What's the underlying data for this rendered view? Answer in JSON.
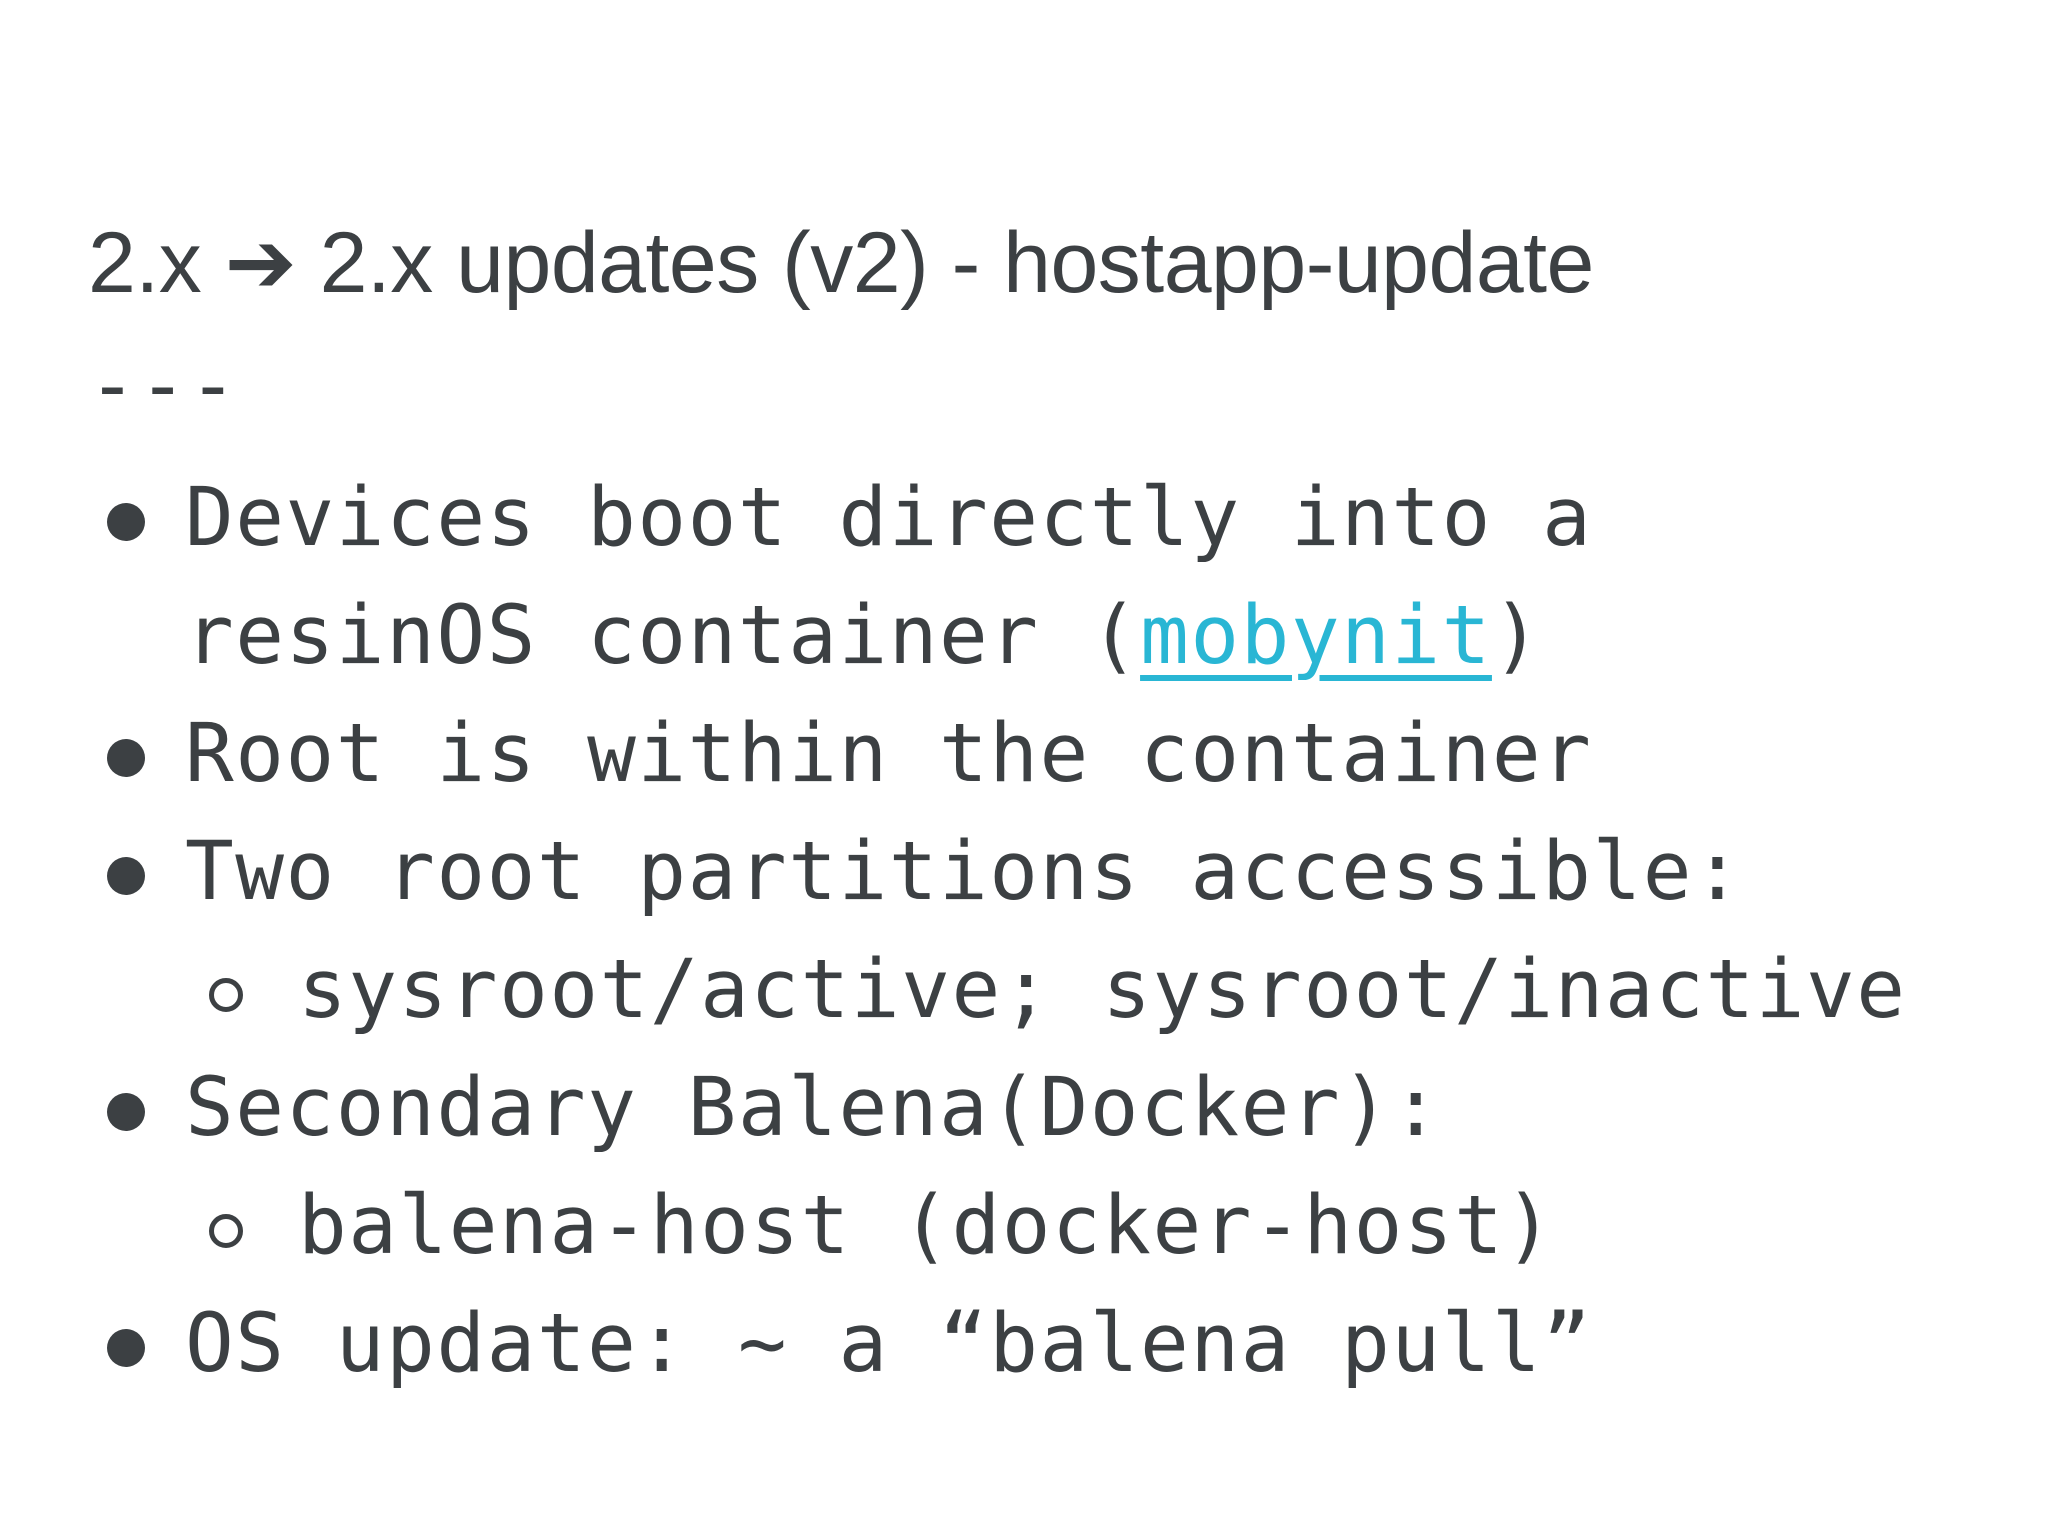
{
  "slide": {
    "title": "2.x ➔ 2.x updates (v2) - hostapp-update",
    "separator": "---",
    "bullets": [
      {
        "level": 1,
        "text": "Devices boot directly into a\nresinOS container (",
        "link": "mobynit",
        "after": ")"
      },
      {
        "level": 1,
        "text": "Root is within the container"
      },
      {
        "level": 1,
        "text": "Two root partitions accessible:"
      },
      {
        "level": 2,
        "text": "sysroot/active; sysroot/inactive"
      },
      {
        "level": 1,
        "text": "Secondary Balena(Docker):"
      },
      {
        "level": 2,
        "text": "balena-host (docker-host)"
      },
      {
        "level": 1,
        "text": "OS update: ~ a “balena pull”"
      }
    ],
    "colors": {
      "text": "#3c4043",
      "link": "#29b6d4",
      "background": "#ffffff"
    }
  }
}
